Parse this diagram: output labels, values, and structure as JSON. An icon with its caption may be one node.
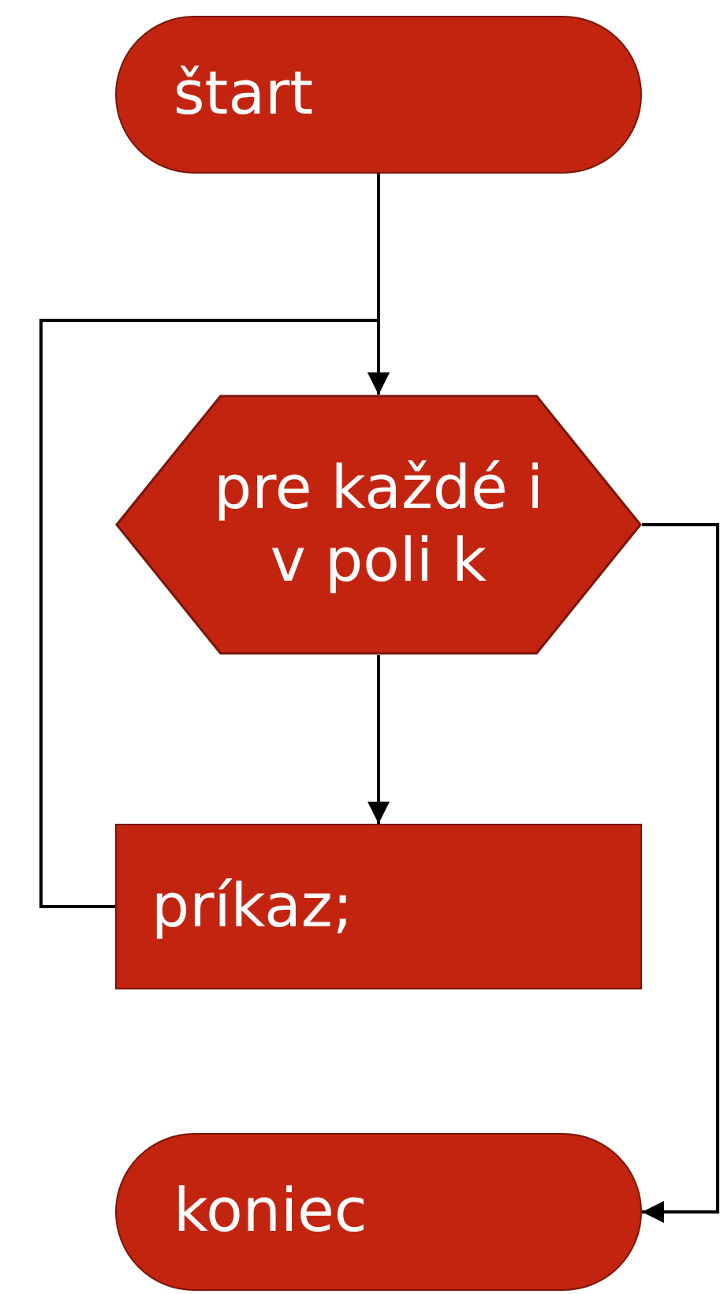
{
  "diagram": {
    "nodes": [
      {
        "text": [
          "štart"
        ]
      },
      {
        "text": [
          "pre každé i v poli k"
        ]
      },
      {
        "text": [
          "príkaz;"
        ]
      },
      {
        "text": [
          "koniec"
        ]
      }
    ],
    "edges": [
      {
        "from": 0,
        "to": 1,
        "arrow": "to"
      },
      {
        "from": 1,
        "to": 2,
        "arrow": "to"
      },
      {
        "from": 2,
        "to": 1,
        "arrow": "to"
      },
      {
        "from": 1,
        "to": 3,
        "arrow": "to"
      }
    ]
  }
}
